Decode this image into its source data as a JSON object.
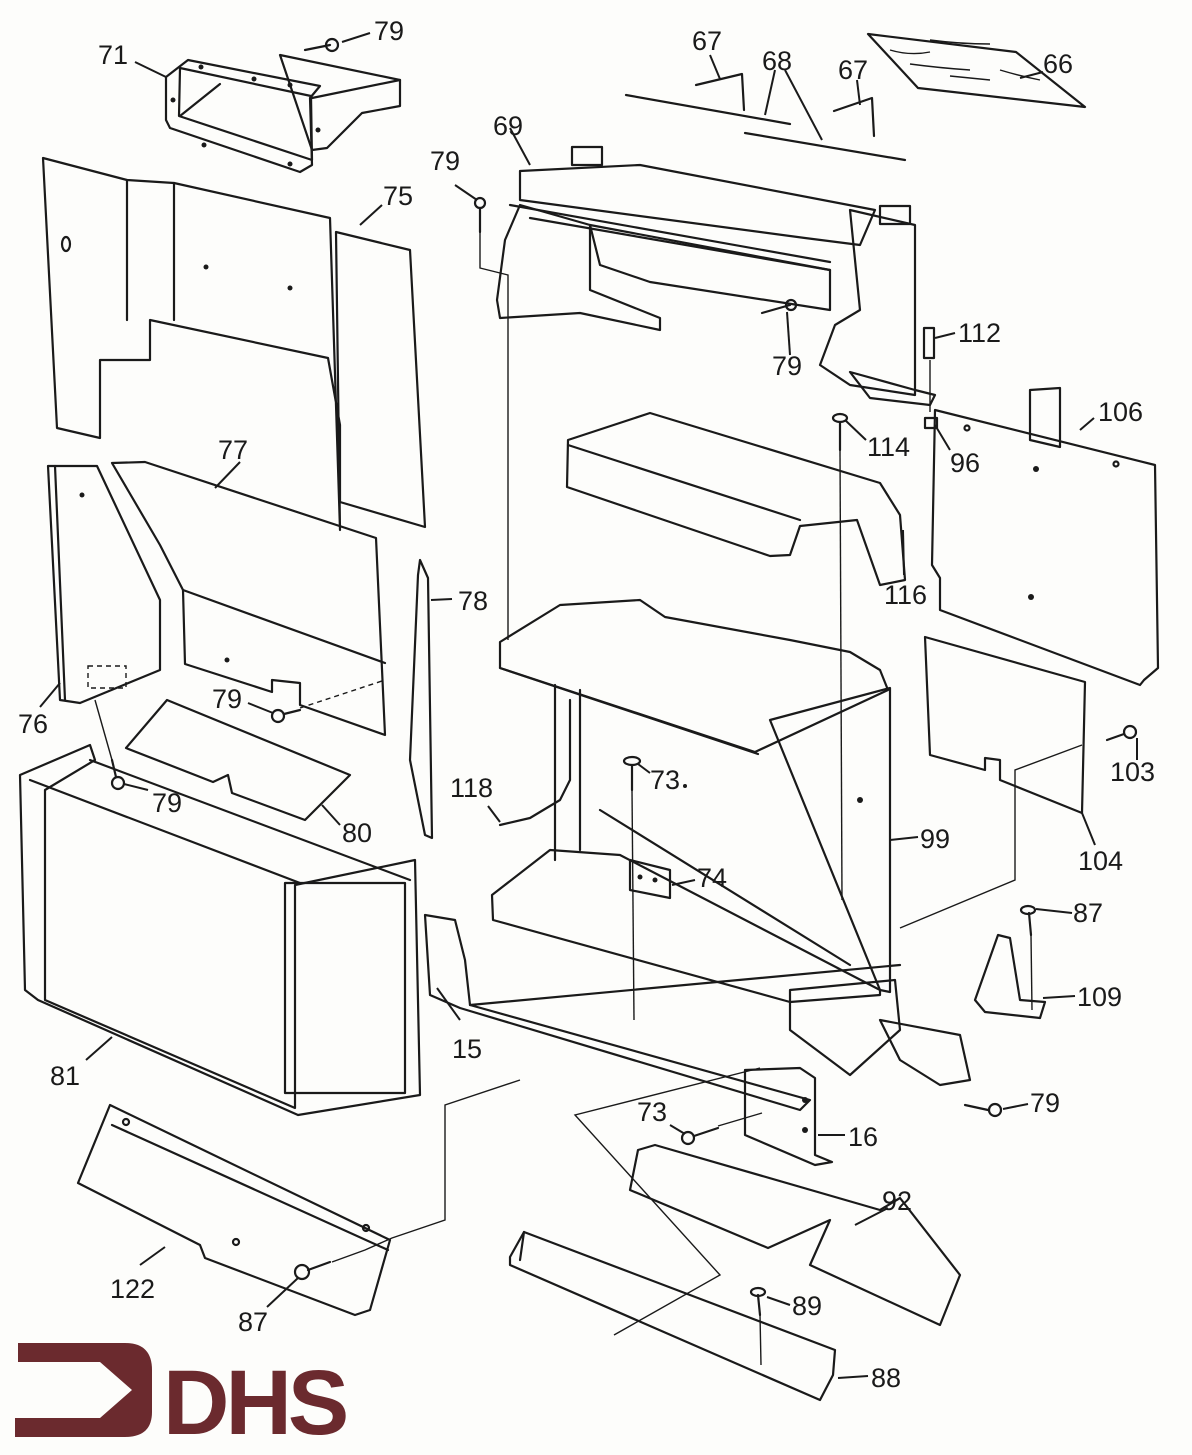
{
  "diagram": {
    "type": "exploded-parts-diagram",
    "brand": {
      "name": "DHS",
      "color": "#6b2a2e"
    },
    "line_color": "#1a1a1a",
    "background": "#fdfdfb",
    "callouts": [
      {
        "id": "c71",
        "label": "71"
      },
      {
        "id": "c79a",
        "label": "79"
      },
      {
        "id": "c67a",
        "label": "67"
      },
      {
        "id": "c68",
        "label": "68"
      },
      {
        "id": "c67b",
        "label": "67"
      },
      {
        "id": "c66",
        "label": "66"
      },
      {
        "id": "c69",
        "label": "69"
      },
      {
        "id": "c79b",
        "label": "79"
      },
      {
        "id": "c75",
        "label": "75"
      },
      {
        "id": "c79c",
        "label": "79"
      },
      {
        "id": "c112",
        "label": "112"
      },
      {
        "id": "c114",
        "label": "114"
      },
      {
        "id": "c96",
        "label": "96"
      },
      {
        "id": "c106",
        "label": "106"
      },
      {
        "id": "c77",
        "label": "77"
      },
      {
        "id": "c116",
        "label": "116"
      },
      {
        "id": "c78",
        "label": "78"
      },
      {
        "id": "c76",
        "label": "76"
      },
      {
        "id": "c79d",
        "label": "79"
      },
      {
        "id": "c73a",
        "label": "73"
      },
      {
        "id": "c103",
        "label": "103"
      },
      {
        "id": "c79e",
        "label": "79"
      },
      {
        "id": "c118",
        "label": "118"
      },
      {
        "id": "c80",
        "label": "80"
      },
      {
        "id": "c99",
        "label": "99"
      },
      {
        "id": "c104",
        "label": "104"
      },
      {
        "id": "c74",
        "label": "74"
      },
      {
        "id": "c87a",
        "label": "87"
      },
      {
        "id": "c109",
        "label": "109"
      },
      {
        "id": "c15",
        "label": "15"
      },
      {
        "id": "c81",
        "label": "81"
      },
      {
        "id": "c79f",
        "label": "79"
      },
      {
        "id": "c73b",
        "label": "73"
      },
      {
        "id": "c16",
        "label": "16"
      },
      {
        "id": "c92",
        "label": "92"
      },
      {
        "id": "c122",
        "label": "122"
      },
      {
        "id": "c87b",
        "label": "87"
      },
      {
        "id": "c89",
        "label": "89"
      },
      {
        "id": "c88",
        "label": "88"
      }
    ]
  }
}
